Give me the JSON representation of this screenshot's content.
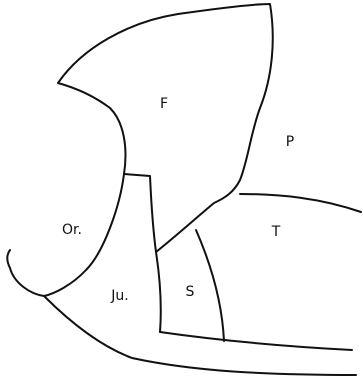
{
  "regions": {
    "F": "F",
    "P": "P",
    "T": "T",
    "Or": "Or.",
    "Ju": "Ju.",
    "S": "S"
  }
}
